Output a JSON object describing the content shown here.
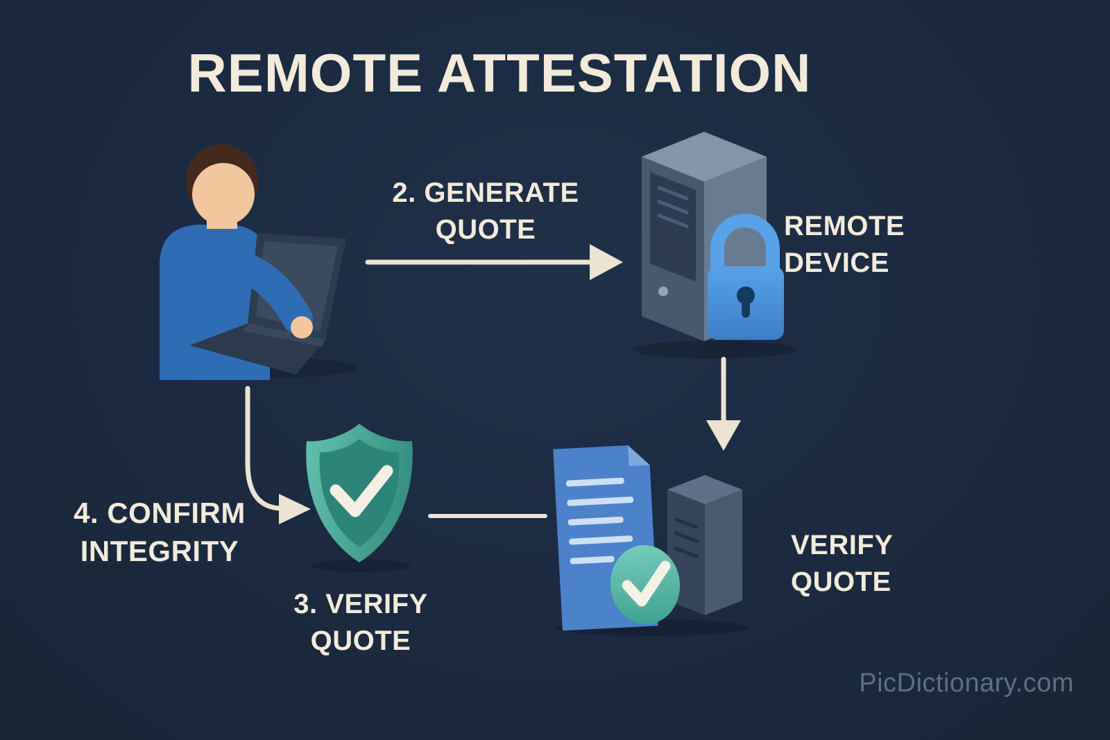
{
  "title": "REMOTE ATTESTATION",
  "labels": {
    "generate_quote": {
      "line1": "2. GENERATE",
      "line2": "QUOTE"
    },
    "remote_device": {
      "line1": "REMOTE",
      "line2": "DEVICE"
    },
    "verify_quote_server": {
      "line1": "VERIFY",
      "line2": "QUOTE"
    },
    "verify_quote_shield": {
      "line1": "3. VERIFY",
      "line2": "QUOTE"
    },
    "confirm_integrity": {
      "line1": "4. CONFIRM",
      "line2": "INTEGRITY"
    }
  },
  "icons": [
    "user-laptop-illustration",
    "server-lock-illustration",
    "shield-check-illustration",
    "document-server-check-illustration",
    "arrow-generate-quote",
    "arrow-device-down",
    "line-verify-to-shield",
    "arrow-confirm-integrity"
  ],
  "watermark": "PicDictionary.com",
  "colors": {
    "background": "#1b2a40",
    "text_cream": "#f2ebdb",
    "arrow_cream": "#ece3d2",
    "sweater_blue": "#2e6db4",
    "lock_blue": "#4a90d9",
    "shield_teal": "#55b3a2",
    "document_blue": "#4b82ca",
    "check_teal": "#5bbfb0",
    "watermark_gray": "#5d6f84"
  }
}
